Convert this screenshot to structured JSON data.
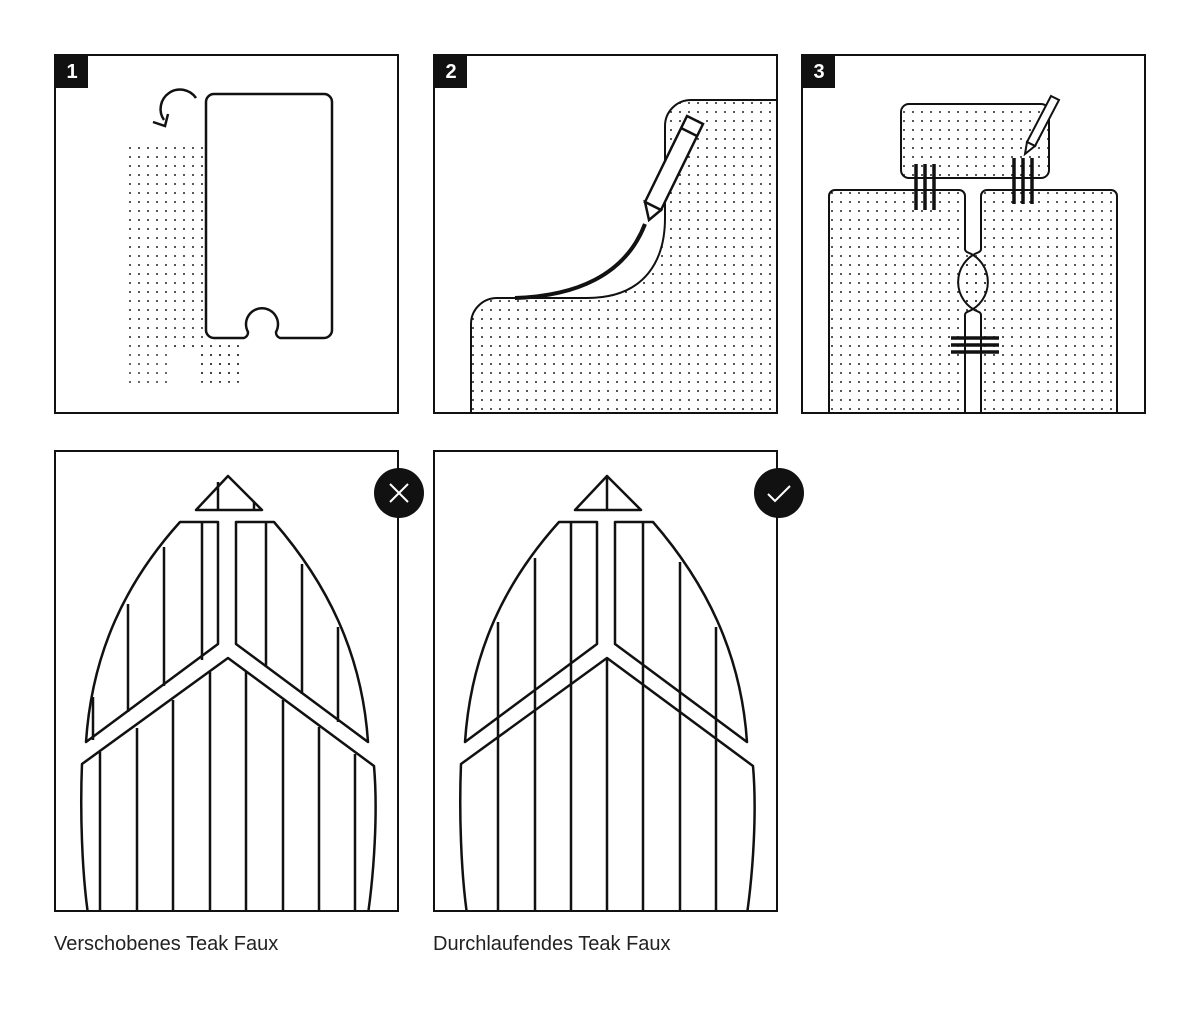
{
  "steps": [
    {
      "number": "1",
      "label": "step-rotate-template"
    },
    {
      "number": "2",
      "label": "step-trace-curve"
    },
    {
      "number": "3",
      "label": "step-align-tape"
    }
  ],
  "comparison": [
    {
      "caption": "Verschobenes Teak Faux",
      "status": "incorrect",
      "status_icon": "x-icon"
    },
    {
      "caption": "Durchlaufendes Teak Faux",
      "status": "correct",
      "status_icon": "check-icon"
    }
  ],
  "colors": {
    "ink": "#111111",
    "background": "#ffffff"
  }
}
